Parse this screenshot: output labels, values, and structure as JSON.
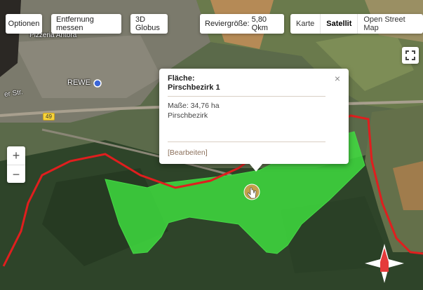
{
  "toolbar": {
    "optionen": "Optionen",
    "entfernung": "Entfernung messen",
    "globus": "3D Globus",
    "reviergroesse_label": "Reviergröße:",
    "reviergroesse_value": "5,80 Qkm"
  },
  "map_types": {
    "items": [
      "Karte",
      "Satellit",
      "Open Street Map"
    ],
    "active": "Satellit"
  },
  "zoom": {
    "plus": "+",
    "minus": "−"
  },
  "popup": {
    "title_line_1": "Fläche:",
    "title_line_2": "Pirschbezirk 1",
    "info_line_1": "Maße: 34,76 ha",
    "info_line_2": "Pirschbezirk",
    "edit_link": "[Bearbeiten]",
    "close": "×"
  },
  "map_labels": {
    "pizzeria": "Pizzeria Antora",
    "rewe": "REWE",
    "road_number": "49",
    "street": "er Str."
  },
  "colors": {
    "boundary": "#e01e1e",
    "area_fill": "#3fe23f",
    "forest": "#2f4a2b",
    "field": "#6f7d52"
  },
  "icons": {
    "fullscreen": "fullscreen-icon",
    "compass": "compass-icon",
    "cursor": "hand-pointer-icon",
    "rewe_pin": "map-pin-icon"
  }
}
